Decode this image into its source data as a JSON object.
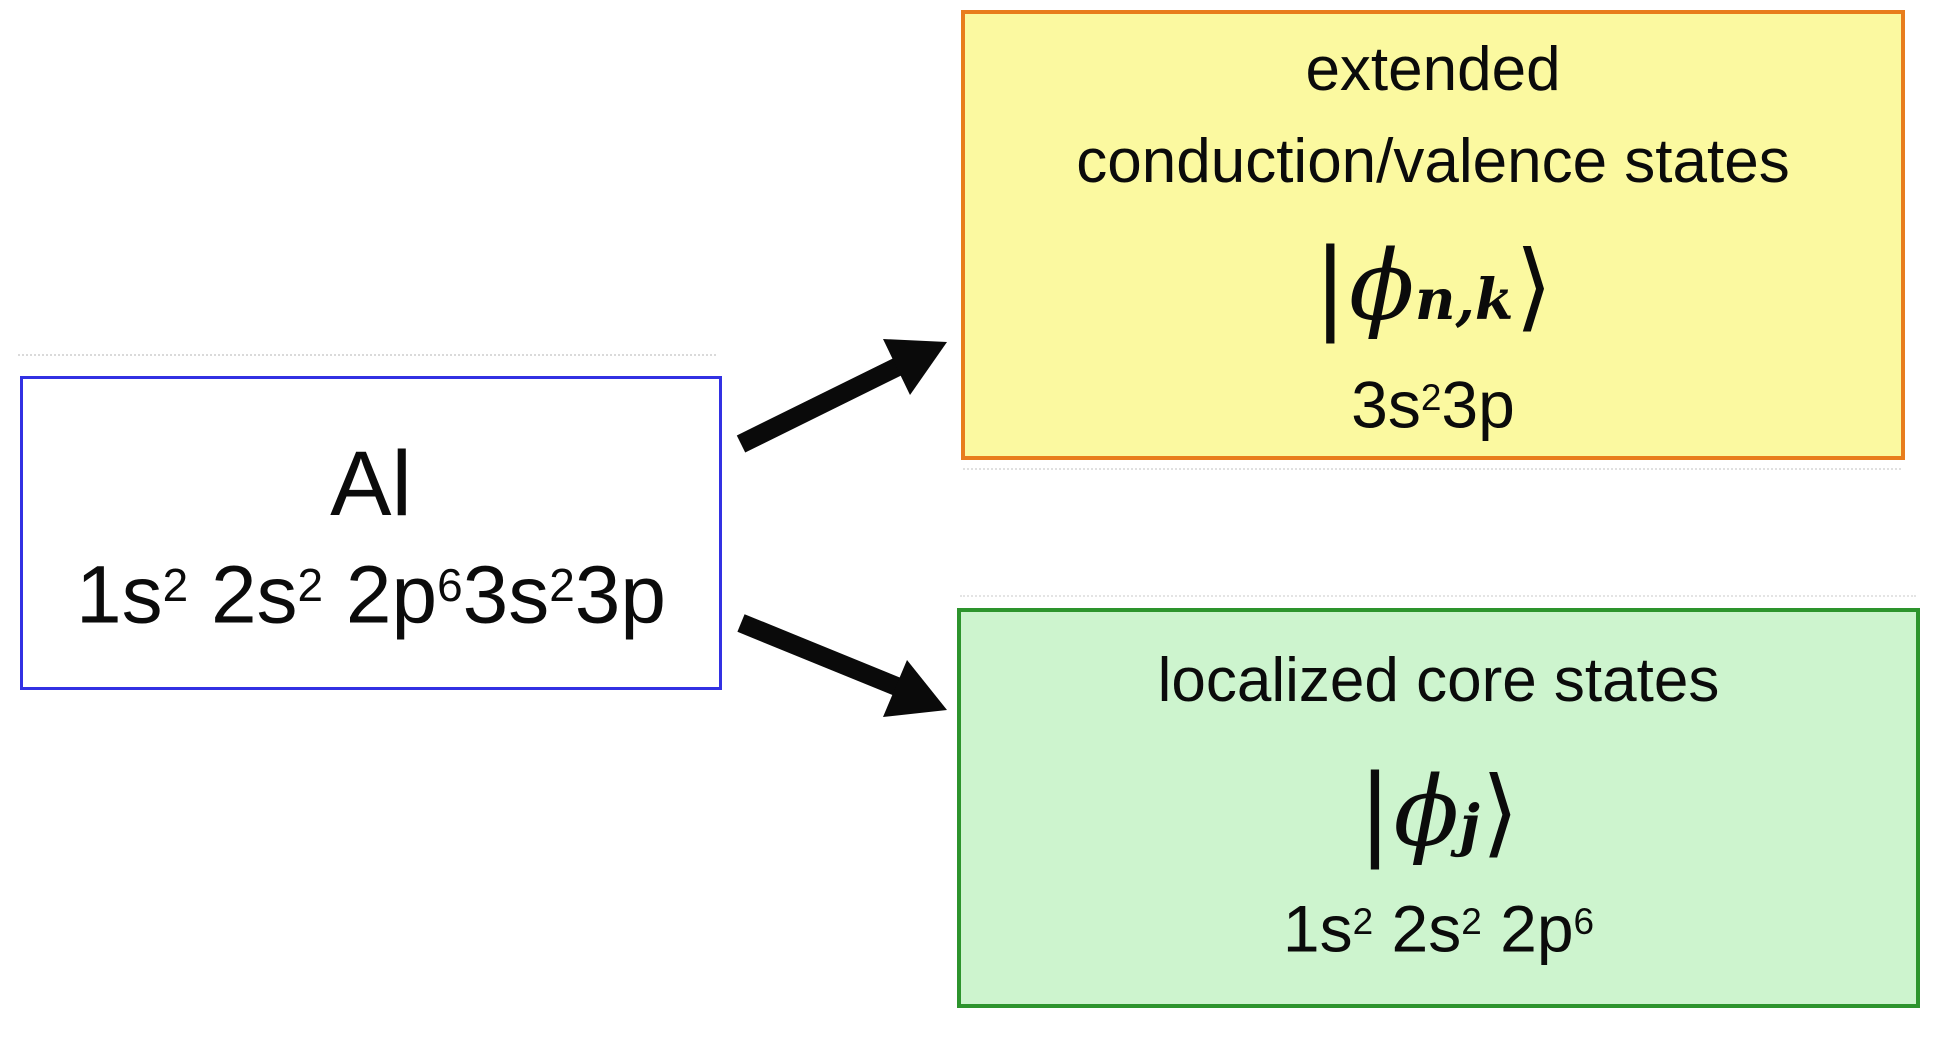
{
  "canvas": {
    "background": "#ffffff"
  },
  "atom_box": {
    "symbol": "Al",
    "config_segments": [
      {
        "t": "1s",
        "s": "2"
      },
      {
        "t": " 2s",
        "s": "2"
      },
      {
        "t": " 2p",
        "s": "6"
      },
      {
        "t": "3s",
        "s": "2"
      },
      {
        "t": "3p",
        "s": ""
      }
    ],
    "border_color": "#3231e3"
  },
  "extended_box": {
    "label_line1": "extended",
    "label_line2": "conduction/valence states",
    "ket": {
      "open_bar": "|",
      "symbol": "ϕ",
      "subscript": "n,k",
      "close_bracket": "⟩"
    },
    "config_segments": [
      {
        "t": "3s",
        "s": "2"
      },
      {
        "t": "3p",
        "s": ""
      }
    ],
    "fill_color": "#fbf9a0",
    "border_color": "#e87d1c"
  },
  "core_box": {
    "label": "localized core states",
    "ket": {
      "open_bar": "|",
      "symbol": "ϕ",
      "subscript": "j",
      "close_bracket": "⟩"
    },
    "config_segments": [
      {
        "t": "1s",
        "s": "2"
      },
      {
        "t": " 2s",
        "s": "2"
      },
      {
        "t": " 2p",
        "s": "6"
      }
    ],
    "fill_color": "#cdf4ce",
    "border_color": "#2d942d"
  },
  "arrow_color": "#0a0a0a"
}
